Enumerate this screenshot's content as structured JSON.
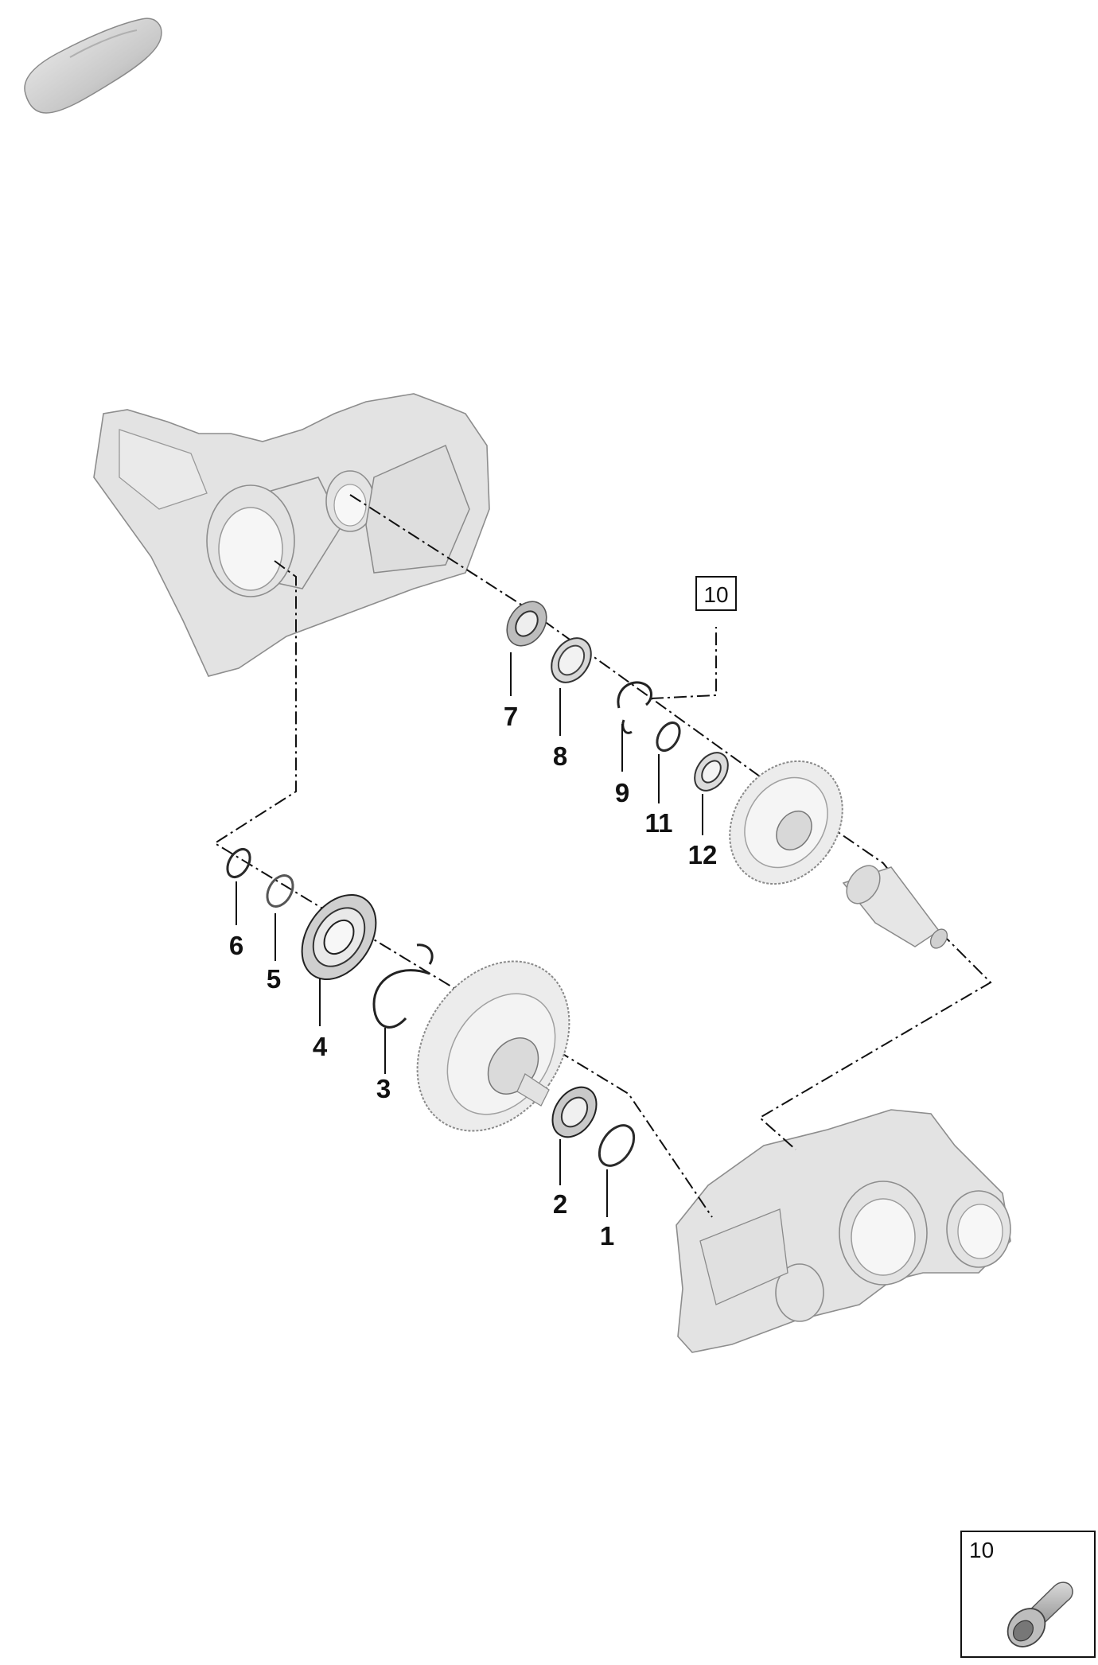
{
  "callouts": {
    "c1": "1",
    "c2": "2",
    "c3": "3",
    "c4": "4",
    "c5": "5",
    "c6": "6",
    "c7": "7",
    "c8": "8",
    "c9": "9",
    "c11": "11",
    "c12": "12",
    "ref_box": "10"
  },
  "legend": {
    "number": "10"
  },
  "icons": {
    "vehicle": "car-silhouette-icon",
    "screw": "screw-icon"
  }
}
